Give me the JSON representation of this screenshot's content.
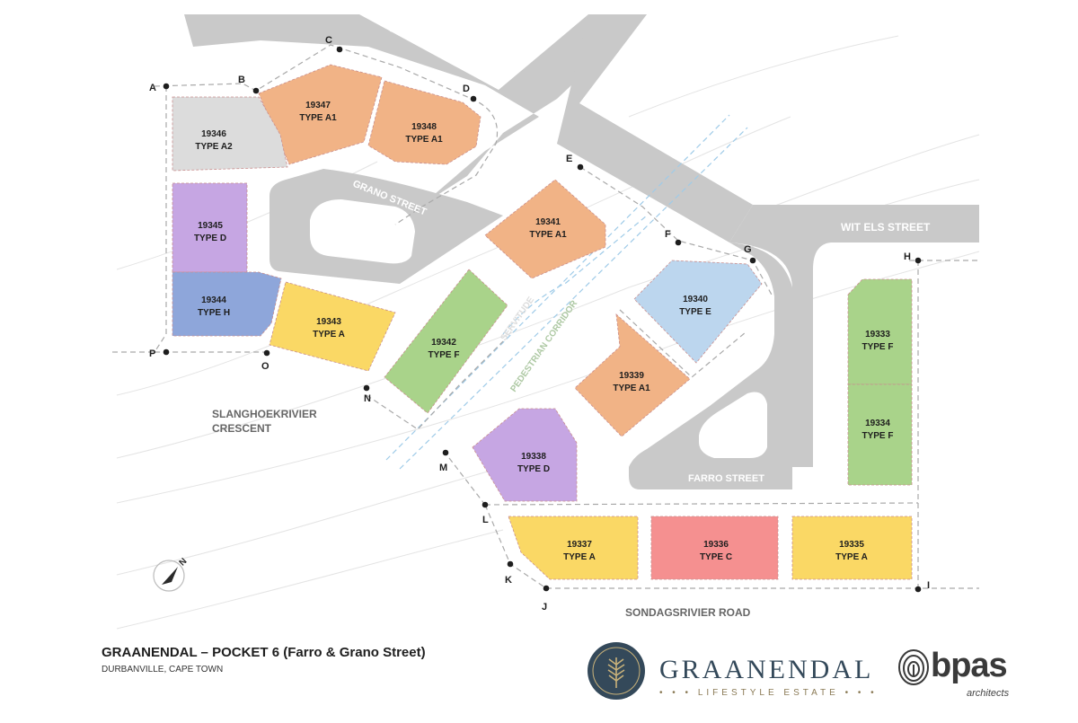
{
  "streets": [
    {
      "id": "wit-els-1",
      "label": "WIT ELS STREET"
    },
    {
      "id": "wit-els-2",
      "label": "WIT ELS STREET"
    },
    {
      "id": "grano",
      "label": "GRANO STREET"
    },
    {
      "id": "farro",
      "label": "FARRO STREET"
    },
    {
      "id": "sondagsrivier",
      "label": "SONDAGSRIVIER ROAD"
    },
    {
      "id": "slanghoek-1",
      "label": "SLANGHOEKRIVIER"
    },
    {
      "id": "slanghoek-2",
      "label": "CRESCENT"
    },
    {
      "id": "servitude",
      "label": "SERVITUDE"
    },
    {
      "id": "pedestrian",
      "label": "PEDESTRIAN CORRIDOR"
    }
  ],
  "plots": [
    {
      "id": "19347",
      "number": "19347",
      "type": "TYPE A1",
      "color": "#f1b386"
    },
    {
      "id": "19348",
      "number": "19348",
      "type": "TYPE A1",
      "color": "#f1b386"
    },
    {
      "id": "19346",
      "number": "19346",
      "type": "TYPE A2",
      "color": "#dcdcdc"
    },
    {
      "id": "19345",
      "number": "19345",
      "type": "TYPE D",
      "color": "#c6a6e3"
    },
    {
      "id": "19344",
      "number": "19344",
      "type": "TYPE H",
      "color": "#8ea6da"
    },
    {
      "id": "19343",
      "number": "19343",
      "type": "TYPE A",
      "color": "#fad865"
    },
    {
      "id": "19342",
      "number": "19342",
      "type": "TYPE F",
      "color": "#a9d38a"
    },
    {
      "id": "19341",
      "number": "19341",
      "type": "TYPE A1",
      "color": "#f1b386"
    },
    {
      "id": "19340",
      "number": "19340",
      "type": "TYPE E",
      "color": "#bcd6ee"
    },
    {
      "id": "19339",
      "number": "19339",
      "type": "TYPE A1",
      "color": "#f1b386"
    },
    {
      "id": "19338",
      "number": "19338",
      "type": "TYPE D",
      "color": "#c6a6e3"
    },
    {
      "id": "19337",
      "number": "19337",
      "type": "TYPE A",
      "color": "#fad865"
    },
    {
      "id": "19336",
      "number": "19336",
      "type": "TYPE C",
      "color": "#f59090"
    },
    {
      "id": "19335",
      "number": "19335",
      "type": "TYPE A",
      "color": "#fad865"
    },
    {
      "id": "19333",
      "number": "19333",
      "type": "TYPE F",
      "color": "#a9d38a"
    },
    {
      "id": "19334",
      "number": "19334",
      "type": "TYPE F",
      "color": "#a9d38a"
    }
  ],
  "points": [
    {
      "id": "A",
      "label": "A"
    },
    {
      "id": "B",
      "label": "B"
    },
    {
      "id": "C",
      "label": "C"
    },
    {
      "id": "D",
      "label": "D"
    },
    {
      "id": "E",
      "label": "E"
    },
    {
      "id": "F",
      "label": "F"
    },
    {
      "id": "G",
      "label": "G"
    },
    {
      "id": "H",
      "label": "H"
    },
    {
      "id": "I",
      "label": "I"
    },
    {
      "id": "J",
      "label": "J"
    },
    {
      "id": "K",
      "label": "K"
    },
    {
      "id": "L",
      "label": "L"
    },
    {
      "id": "M",
      "label": "M"
    },
    {
      "id": "N",
      "label": "N"
    },
    {
      "id": "O",
      "label": "O"
    },
    {
      "id": "P",
      "label": "P"
    }
  ],
  "compass": {
    "label": "N"
  },
  "footer": {
    "title": "GRAANENDAL – POCKET 6 (Farro & Grano Street)",
    "subtitle": "DURBANVILLE, CAPE TOWN"
  },
  "brand": {
    "name": "GRAANENDAL",
    "tagline": "• • • LIFESTYLE ESTATE • • •",
    "color": "#34495a"
  },
  "architect": {
    "name": "bpas",
    "subtitle": "architects"
  },
  "colors": {
    "road": "#c9c9c9",
    "roadLabel": "#ffffff",
    "streetLabel": "#666666",
    "corridor": "#9fcbe8",
    "pointLabel": "#1e1e1e"
  }
}
